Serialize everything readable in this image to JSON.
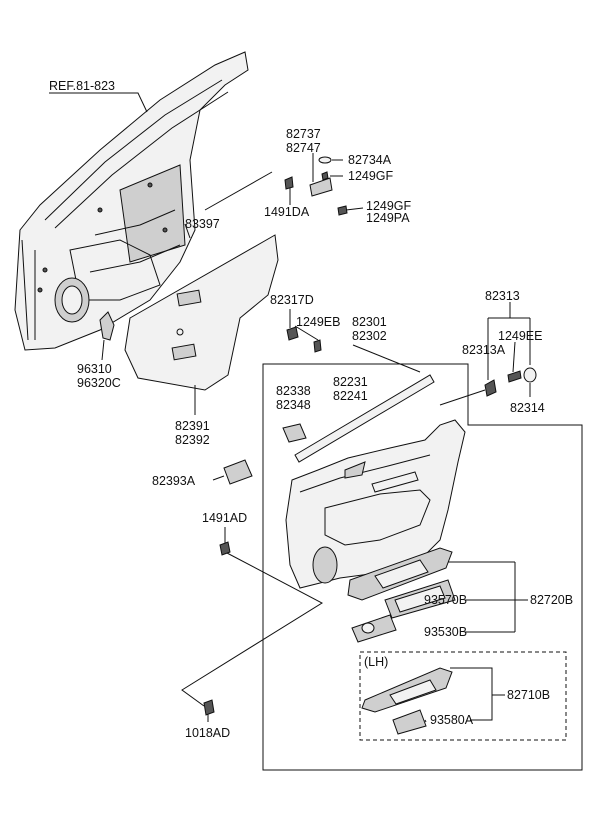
{
  "labels": {
    "ref": "REF.81-823",
    "p82737": "82737",
    "p82747": "82747",
    "p82734A": "82734A",
    "p1249GF_a": "1249GF",
    "p1491DA": "1491DA",
    "p1249GF_b": "1249GF",
    "p1249PA": "1249PA",
    "p83397": "83397",
    "p96310": "96310",
    "p96320C": "96320C",
    "p82391": "82391",
    "p82392": "82392",
    "p82393A": "82393A",
    "p1491AD": "1491AD",
    "p1018AD": "1018AD",
    "p82317D": "82317D",
    "p1249EB": "1249EB",
    "p82301": "82301",
    "p82302": "82302",
    "p82338": "82338",
    "p82348": "82348",
    "p82231": "82231",
    "p82241": "82241",
    "p82313": "82313",
    "p1249EE": "1249EE",
    "p82313A": "82313A",
    "p82314": "82314",
    "p93570B": "93570B",
    "p82720B": "82720B",
    "p93530B": "93530B",
    "lh": "(LH)",
    "p82710B": "82710B",
    "p93580A": "93580A"
  }
}
